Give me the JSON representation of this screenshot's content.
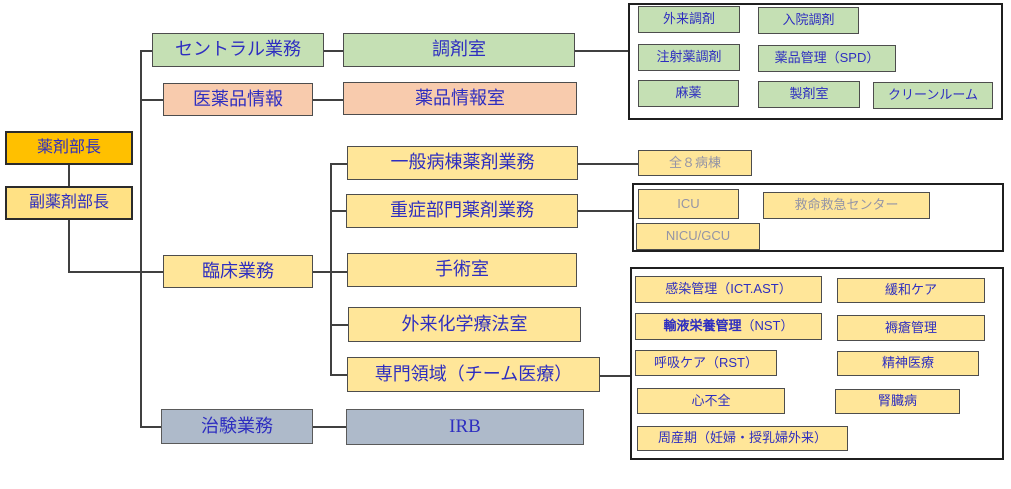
{
  "colors": {
    "director_fill": "#FFC000",
    "deputy_fill": "#FFE184",
    "central_fill": "#C5E0B4",
    "drug_info_fill": "#F8CBAD",
    "clinical_fill": "#FFE699",
    "trial_fill": "#AEBACA",
    "text_blue": "#2E2EC0",
    "text_gray": "#9494A6",
    "line": "#404040"
  },
  "org": {
    "director": {
      "label": "薬剤部長"
    },
    "deputy_director": {
      "label": "副薬剤部長"
    },
    "categories": {
      "central": {
        "label": "セントラル業務"
      },
      "drug_info": {
        "label": "医薬品情報"
      },
      "clinical": {
        "label": "臨床業務"
      },
      "trial": {
        "label": "治験業務"
      }
    },
    "sections": {
      "dispensing_room": {
        "label": "調剤室"
      },
      "drug_info_room": {
        "label": "薬品情報室"
      },
      "general_ward": {
        "label": "一般病棟薬剤業務"
      },
      "critical_care": {
        "label": "重症部門薬剤業務"
      },
      "operating_room": {
        "label": "手術室"
      },
      "outpatient_chemo": {
        "label": "外来化学療法室"
      },
      "specialty": {
        "label": "専門領域（チーム医療）"
      },
      "irb": {
        "label": "IRB"
      }
    },
    "dispensing_units": {
      "outpatient": {
        "label": "外来調剤"
      },
      "inpatient": {
        "label": "入院調剤"
      },
      "injection": {
        "label": "注射薬調剤"
      },
      "drug_management": {
        "label": "薬品管理（SPD）"
      },
      "narcotics": {
        "label": "麻薬"
      },
      "formulation": {
        "label": "製剤室"
      },
      "clean_room": {
        "label": "クリーンルーム"
      }
    },
    "ward_note": {
      "label": "全８病棟"
    },
    "critical_units": {
      "icu": {
        "label": "ICU"
      },
      "emergency_center": {
        "label": "救命救急センター"
      },
      "nicu_gcu": {
        "label": "NICU/GCU"
      }
    },
    "specialty_teams": {
      "infection": {
        "label": "感染管理（ICT.AST）"
      },
      "palliative": {
        "label": "緩和ケア"
      },
      "nutrition": {
        "label_bold": "輸液栄養管理",
        "label_rest": "（NST）"
      },
      "pressure_ulcer": {
        "label": "褥瘡管理"
      },
      "respiratory": {
        "label": "呼吸ケア（RST）"
      },
      "psychiatric": {
        "label": "精神医療"
      },
      "heart_failure": {
        "label": "心不全"
      },
      "kidney": {
        "label": "腎臓病"
      },
      "perinatal": {
        "label": "周産期（妊婦・授乳婦外来）"
      }
    }
  }
}
